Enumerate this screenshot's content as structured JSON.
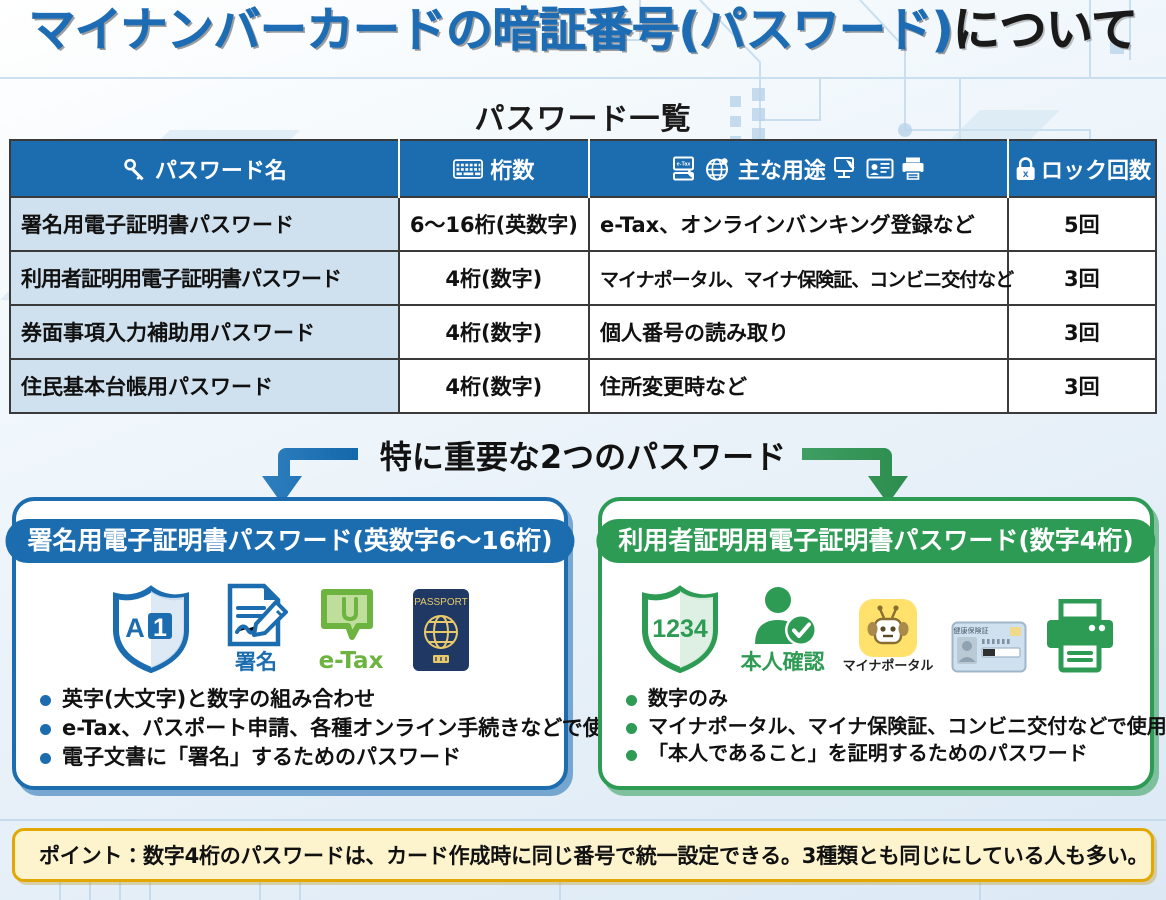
{
  "page": {
    "title_blue": "マイナンバーカードの暗証番号(パスワード)",
    "title_black": "について",
    "subtitle": "パスワード一覧"
  },
  "table": {
    "headers": [
      {
        "label": "パスワード名",
        "icon": "key-icon"
      },
      {
        "label": "桁数",
        "icon": "keyboard-icon"
      },
      {
        "label": "主な用途",
        "icons_before": [
          "etax-icon",
          "globe-icon"
        ],
        "icons_after": [
          "monitor-icon",
          "idcard-icon",
          "printer-icon"
        ]
      },
      {
        "label": "ロック回数",
        "icon": "lock-icon"
      }
    ],
    "rows": [
      {
        "name": "署名用電子証明書パスワード",
        "length": "6〜16桁(英数字)",
        "use": "e-Tax、オンラインバンキング登録など",
        "lock": "5回"
      },
      {
        "name": "利用者証明用電子証明書パスワード",
        "length": "4桁(数字)",
        "use": "マイナポータル、マイナ保険証、コンビニ交付など",
        "lock": "3回"
      },
      {
        "name": "券面事項入力補助用パスワード",
        "length": "4桁(数字)",
        "use": "個人番号の読み取り",
        "lock": "3回"
      },
      {
        "name": "住民基本台帳用パスワード",
        "length": "4桁(数字)",
        "use": "住所変更時など",
        "lock": "3回"
      }
    ]
  },
  "middle": {
    "heading": "特に重要な2つのパスワード"
  },
  "panels": {
    "left": {
      "pill": "署名用電子証明書パスワード(英数字6〜16桁)",
      "accent": "#1c6cb0",
      "icons": [
        {
          "name": "shield-a1-icon",
          "caption": ""
        },
        {
          "name": "signature-document-icon",
          "caption": "署名"
        },
        {
          "name": "etax-logo-icon",
          "caption": "e-Tax"
        },
        {
          "name": "passport-icon",
          "caption": ""
        }
      ],
      "bullets": [
        "英字(大文字)と数字の組み合わせ",
        "e-Tax、パスポート申請、各種オンライン手続きなどで使用",
        "電子文書に「署名」するためのパスワード"
      ]
    },
    "right": {
      "pill": "利用者証明用電子証明書パスワード(数字4桁)",
      "accent": "#2e9b54",
      "icons": [
        {
          "name": "shield-1234-icon",
          "caption": "",
          "value": "1234"
        },
        {
          "name": "person-check-icon",
          "caption": "本人確認"
        },
        {
          "name": "mynaportal-mascot-icon",
          "caption": "マイナポータル"
        },
        {
          "name": "health-insurance-card-icon",
          "caption": "",
          "value": "健康保険証"
        },
        {
          "name": "printer-icon",
          "caption": ""
        }
      ],
      "bullets": [
        "数字のみ",
        "マイナポータル、マイナ保険証、コンビニ交付などで使用",
        "「本人であること」を証明するためのパスワード"
      ]
    }
  },
  "point": {
    "icon": "lightbulb-icon",
    "text": "ポイント：数字4桁のパスワードは、カード作成時に同じ番号で統一設定できる。3種類とも同じにしている人も多い。"
  },
  "colors": {
    "blue": "#1c6cb0",
    "green": "#2e9b54",
    "etax_green": "#6cb33f",
    "header_row": "#cfe0ee",
    "point_bg": "#fdf3cd",
    "point_border": "#e2a700"
  }
}
